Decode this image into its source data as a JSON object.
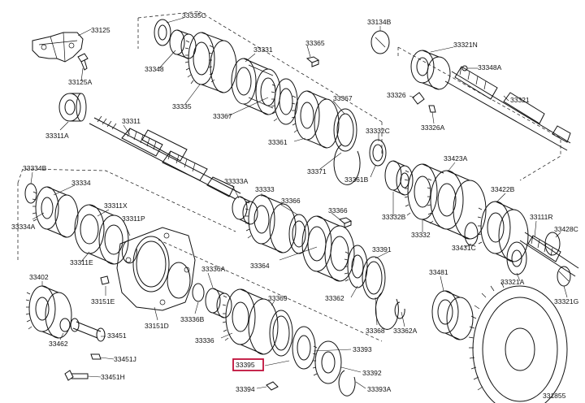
{
  "diagram_number": "331855",
  "highlighted_part": "33395",
  "part_labels": {
    "p33335C": "33335C",
    "p33348": "33348",
    "p33335": "33335",
    "p33331": "33331",
    "p33367": "33367",
    "p33367b": "33367",
    "p33365": "33365",
    "p33361": "33361",
    "p33371": "33371",
    "p33332C": "33332C",
    "p33361B": "33361B",
    "p33134B": "33134B",
    "p33321N": "33321N",
    "p33348A": "33348A",
    "p33326": "33326",
    "p33326A": "33326A",
    "p33321": "33321",
    "p33125": "33125",
    "p33125A": "33125A",
    "p33311A": "33311A",
    "p33311": "33311",
    "p33334B": "33334B",
    "p33334": "33334",
    "p33334A": "33334A",
    "p33311X": "33311X",
    "p33311P": "33311P",
    "p33311E": "33311E",
    "p33333A": "33333A",
    "p33333": "33333",
    "p33366": "33366",
    "p33366b": "33366",
    "p33364": "33364",
    "p33391": "33391",
    "p33362": "33362",
    "p33332B": "33332B",
    "p33332": "33332",
    "p33423A": "33423A",
    "p33422B": "33422B",
    "p33431C": "33431C",
    "p33111R": "33111R",
    "p33428C": "33428C",
    "p33321A": "33321A",
    "p33321G": "33321G",
    "p33402": "33402",
    "p33151E": "33151E",
    "p33336A": "33336A",
    "p33369": "33369",
    "p33368": "33368",
    "p33362A": "33362A",
    "p33481": "33481",
    "p33151D": "33151D",
    "p33336B": "33336B",
    "p33336": "33336",
    "p33462": "33462",
    "p33451": "33451",
    "p33451J": "33451J",
    "p33451H": "33451H",
    "p33393": "33393",
    "p33392": "33392",
    "p33395": "33395",
    "p33394": "33394",
    "p33393A": "33393A"
  }
}
